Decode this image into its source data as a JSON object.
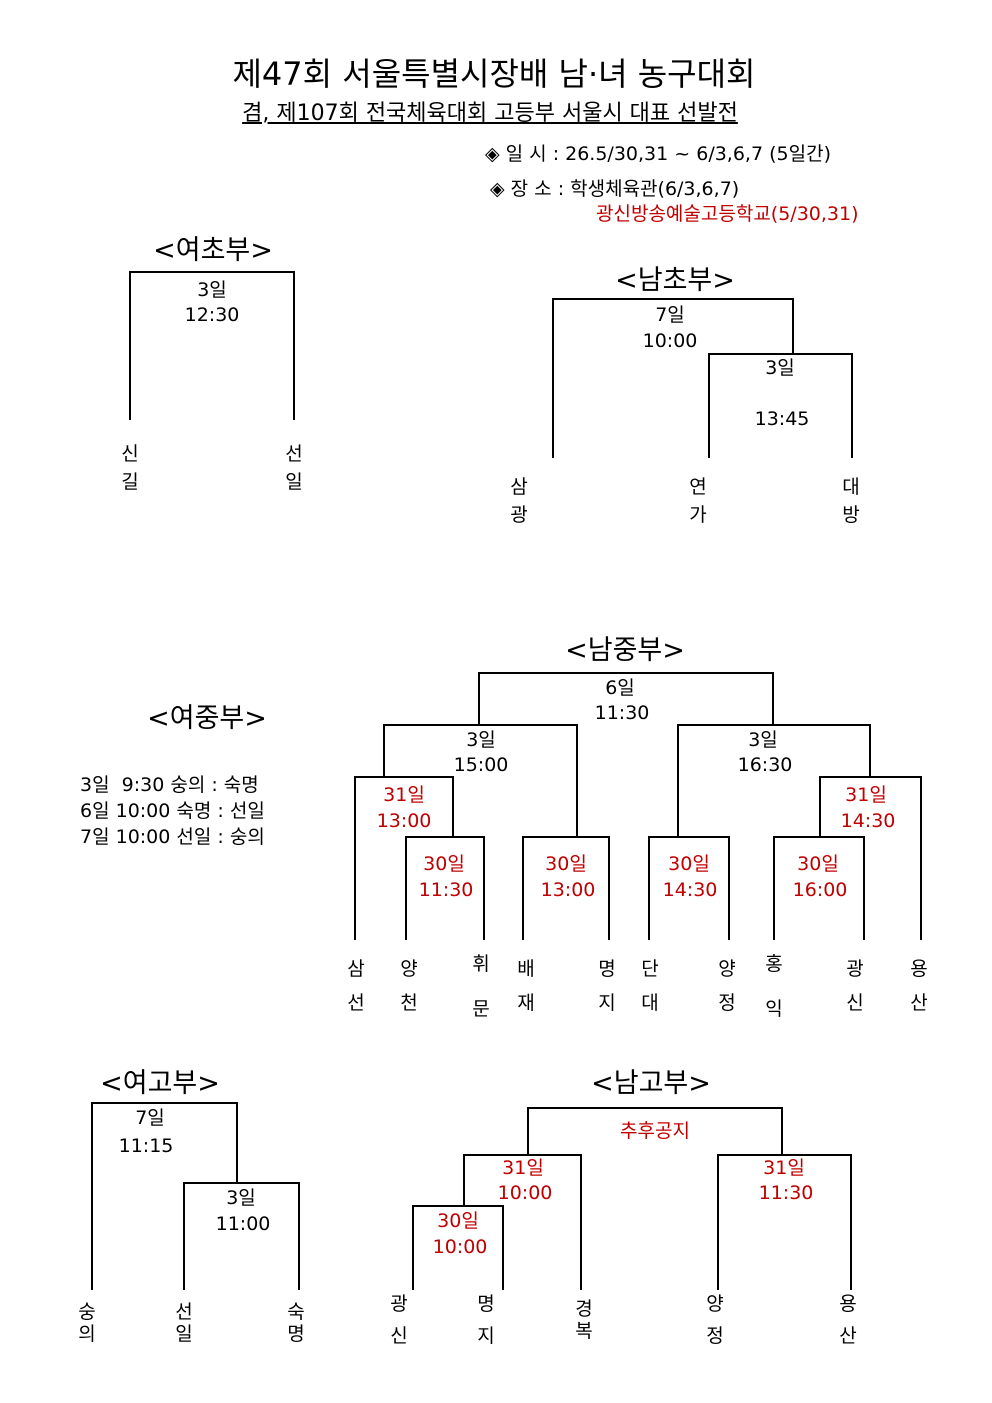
{
  "header": {
    "title": "제47회 서울특별시장배 남·녀 농구대회",
    "subtitle": "겸, 제107회  전국체육대회 고등부 서울시 대표 선발전",
    "date_line": "◈ 일 시 : 26.5/30,31 ~ 6/3,6,7 (5일간)",
    "venue_line": "◈ 장 소 : 학생체육관(6/3,6,7)",
    "venue_line2": "광신방송예술고등학교(5/30,31)"
  },
  "women_elem": {
    "title": "<여초부>",
    "final": {
      "day": "3일",
      "time": "12:30"
    },
    "teams": [
      [
        "신",
        "길"
      ],
      [
        "선",
        "일"
      ]
    ]
  },
  "men_elem": {
    "title": "<남초부>",
    "final": {
      "day": "7일",
      "time": "10:00"
    },
    "semi": {
      "day": "3일",
      "time": "13:45"
    },
    "teams": [
      [
        "삼",
        "광"
      ],
      [
        "연",
        "가"
      ],
      [
        "대",
        "방"
      ]
    ]
  },
  "women_middle": {
    "title": "<여중부>",
    "schedule": [
      "3일  9:30 숭의 : 숙명",
      "6일 10:00 숙명 : 선일",
      "7일 10:00 선일 : 숭의"
    ]
  },
  "men_middle": {
    "title": "<남중부>",
    "final": {
      "day": "6일",
      "time": "11:30"
    },
    "semi_left": {
      "day": "3일",
      "time": "15:00"
    },
    "semi_right": {
      "day": "3일",
      "time": "16:30"
    },
    "qf_left": {
      "day": "31일",
      "time": "13:00"
    },
    "qf_right": {
      "day": "31일",
      "time": "14:30"
    },
    "r1": [
      {
        "day": "30일",
        "time": "11:30"
      },
      {
        "day": "30일",
        "time": "13:00"
      },
      {
        "day": "30일",
        "time": "14:30"
      },
      {
        "day": "30일",
        "time": "16:00"
      }
    ],
    "teams": [
      [
        "삼",
        "선"
      ],
      [
        "양",
        "천"
      ],
      [
        "휘",
        "문"
      ],
      [
        "배",
        "재"
      ],
      [
        "명",
        "지"
      ],
      [
        "단",
        "대"
      ],
      [
        "양",
        "정"
      ],
      [
        "홍",
        "익"
      ],
      [
        "광",
        "신"
      ],
      [
        "용",
        "산"
      ]
    ]
  },
  "women_high": {
    "title": "<여고부>",
    "final": {
      "day": "7일",
      "time": "11:15"
    },
    "semi": {
      "day": "3일",
      "time": "11:00"
    },
    "teams": [
      [
        "숭",
        "의"
      ],
      [
        "선",
        "일"
      ],
      [
        "숙",
        "명"
      ]
    ]
  },
  "men_high": {
    "title": "<남고부>",
    "final_note": "추후공지",
    "semi_left": {
      "day": "31일",
      "time": "10:00"
    },
    "semi_right": {
      "day": "31일",
      "time": "11:30"
    },
    "r1": {
      "day": "30일",
      "time": "10:00"
    },
    "teams": [
      [
        "광",
        "신"
      ],
      [
        "명",
        "지"
      ],
      [
        "경",
        "복"
      ],
      [
        "양",
        "정"
      ],
      [
        "용",
        "산"
      ]
    ]
  }
}
